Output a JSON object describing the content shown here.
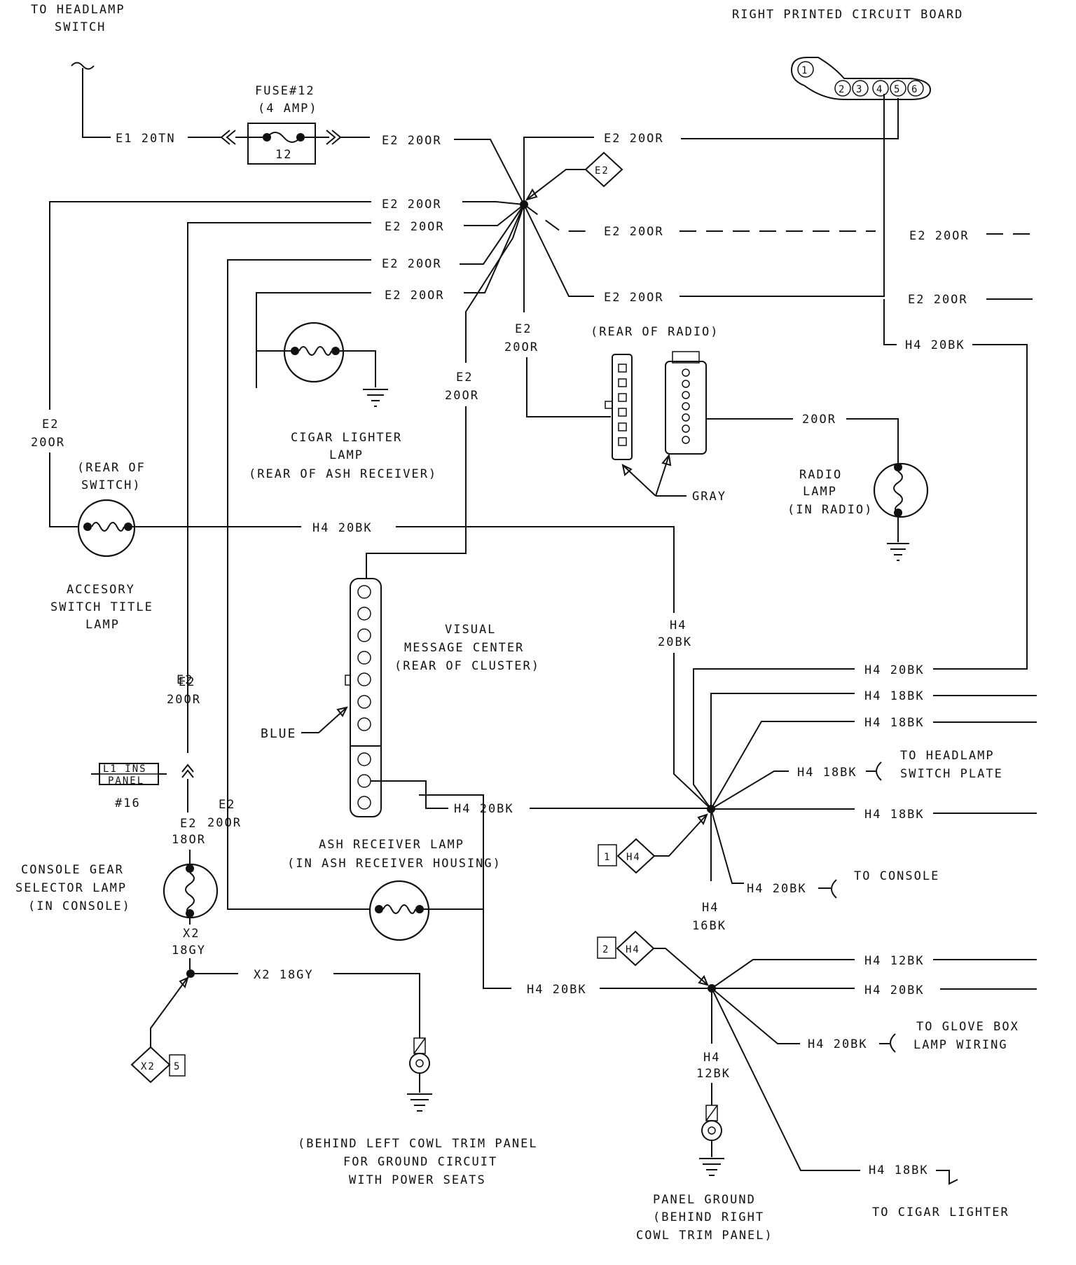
{
  "labels": {
    "to_headlamp_switch": [
      "TO HEADLAMP",
      "SWITCH"
    ],
    "right_pcb": "RIGHT PRINTED CIRCUIT BOARD",
    "pcb_pins": [
      "1",
      "2",
      "3",
      "4",
      "5",
      "6"
    ],
    "fuse_title": [
      "FUSE#12",
      "(4 AMP)"
    ],
    "fuse_number": "12",
    "e1_20tn": "E1 20TN",
    "e2_20or": "E2 20OR",
    "e2": "E2",
    "e2_20or_stack": [
      "E2",
      "20OR"
    ],
    "e2_18or_stack": [
      "E2",
      "18OR"
    ],
    "h4_20bk": "H4 20BK",
    "h4_18bk": "H4 18BK",
    "h4_12bk": "H4 12BK",
    "h4_20bk_stack": [
      "H4",
      "20BK"
    ],
    "h4_16bk_stack": [
      "H4",
      "16BK"
    ],
    "h4_12bk_stack": [
      "H4",
      "12BK"
    ],
    "x2_18gy": "X2 18GY",
    "x2_18gy_stack": [
      "X2",
      "18GY"
    ],
    "rear_of_radio": "(REAR OF RADIO)",
    "gray": "GRAY",
    "radio_wire": "20OR",
    "radio_lamp": [
      "RADIO",
      "LAMP",
      "(IN RADIO)"
    ],
    "cigar_lamp": [
      "CIGAR LIGHTER",
      "LAMP",
      "(REAR OF ASH RECEIVER)"
    ],
    "rear_of_switch": [
      "(REAR OF",
      "SWITCH)"
    ],
    "accessory_lamp": [
      "ACCESORY",
      "SWITCH TITLE",
      "LAMP"
    ],
    "vmc": [
      "VISUAL",
      "MESSAGE CENTER",
      "(REAR OF CLUSTER)"
    ],
    "blue": "BLUE",
    "ash_lamp": [
      "ASH RECEIVER LAMP",
      "(IN ASH RECEIVER HOUSING)"
    ],
    "l1_ins_panel": [
      "L1 INS",
      "PANEL"
    ],
    "fuse16": "#16",
    "console_lamp": [
      "CONSOLE GEAR",
      "SELECTOR LAMP",
      "(IN CONSOLE)"
    ],
    "left_ground": [
      "(BEHIND LEFT COWL TRIM PANEL",
      "FOR GROUND CIRCUIT",
      "WITH POWER SEATS"
    ],
    "panel_ground": [
      "PANEL GROUND",
      "(BEHIND RIGHT",
      "COWL TRIM PANEL)"
    ],
    "to_headlamp_plate": [
      "TO HEADLAMP",
      "SWITCH PLATE"
    ],
    "to_console": "TO CONSOLE",
    "to_glove_box": [
      "TO GLOVE BOX",
      "LAMP WIRING"
    ],
    "to_cigar_lighter": "TO CIGAR LIGHTER",
    "splice_h4": "H4",
    "splice_x2": "X2",
    "splice_e2": "E2",
    "splice_nums": [
      "1",
      "2",
      "5"
    ]
  }
}
